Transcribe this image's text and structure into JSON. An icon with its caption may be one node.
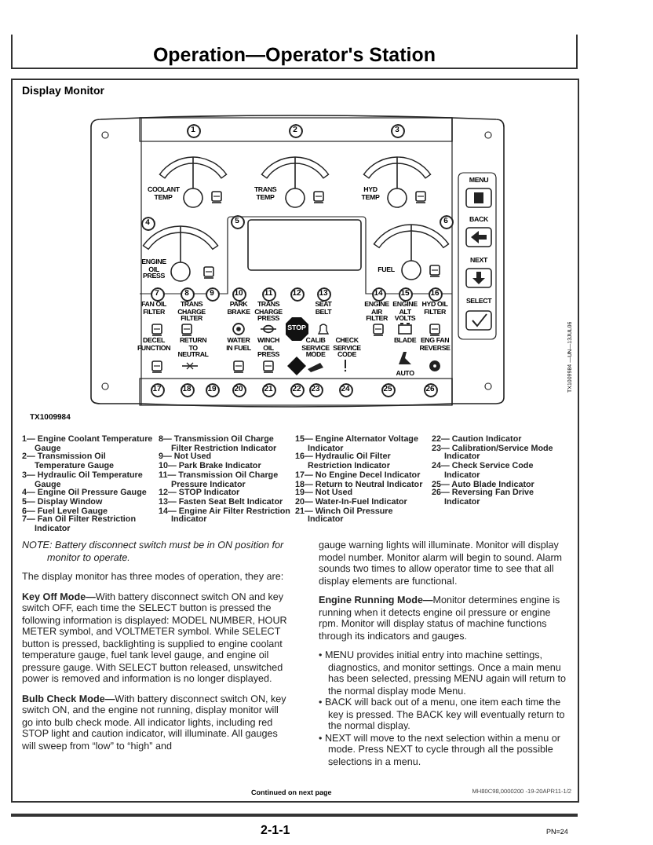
{
  "diagram": {
    "title": "Operation—Operator's Station",
    "labels": [
      "Display Monitor",
      "1",
      "2",
      "3",
      "4",
      "5",
      "6",
      "7",
      "8",
      "9",
      "10",
      "11",
      "12",
      "13",
      "14",
      "15",
      "16",
      "17",
      "18",
      "19",
      "20",
      "21",
      "22",
      "23",
      "24",
      "25",
      "26",
      "COOLANT TEMP",
      "TRANS TEMP",
      "HYD TEMP",
      "MENU",
      "BACK",
      "NEXT",
      "SELECT",
      "ENGINE OIL PRESS",
      "FUEL",
      "FAN OIL FILTER",
      "TRANS CHARGE FILTER",
      "PARK BRAKE",
      "TRANS CHARGE PRESS",
      "STOP",
      "SEAT BELT",
      "ENGINE AIR FILTER",
      "ENGINE ALT VOLTS",
      "HYD OIL FILTER",
      "DECEL FUNCTION",
      "RETURN TO NEUTRAL",
      "WATER IN FUEL",
      "WINCH OIL PRESS",
      "CALIB SERVICE MODE",
      "CHECK SERVICE CODE",
      "BLADE",
      "ENG FAN REVERSE",
      "AUTO",
      "TX1009984",
      "TX1009984 —UN—13JUL06",
      "1— Engine Coolant Temperature Gauge",
      "2— Transmission Oil Temperature Gauge",
      "3— Hydraulic Oil Temperature Gauge",
      "4— Engine Oil Pressure Gauge",
      "5— Display Window",
      "6— Fuel Level Gauge",
      "7— Fan Oil Filter Restriction Indicator",
      "8— Transmission Oil Charge Filter Restriction Indicator",
      "9— Not Used",
      "10— Park Brake Indicator",
      "11— Transmission Oil Charge Pressure Indicator",
      "12— STOP Indicator",
      "13— Fasten Seat Belt Indicator",
      "14— Engine Air Filter Restriction Indicator",
      "15— Engine Alternator Voltage Indicator",
      "16— Hydraulic Oil Filter Restriction Indicator",
      "17— No Engine Decel Indicator",
      "18— Return to Neutral Indicator",
      "19— Not Used",
      "20— Water-In-Fuel Indicator",
      "21— Winch Oil Pressure Indicator",
      "22— Caution Indicator",
      "23— Calibration/Service Mode Indicator",
      "24— Check Service Code Indicator",
      "25— Auto Blade Indicator",
      "26— Reversing Fan Drive Indicator",
      "NOTE: Battery disconnect switch must be in ON position for monitor to operate.",
      "The display monitor has three modes of operation, they are:",
      "**Key Off Mode—**With battery disconnect switch ON and key switch OFF, each time the SELECT button is pressed the following information is displayed: MODEL NUMBER, HOUR METER symbol, and VOLTMETER symbol. While SELECT button is pressed, backlighting is supplied to engine coolant temperature gauge, fuel tank level gauge, and engine oil pressure gauge. With SELECT button released, unswitched power is removed and information is no longer displayed.",
      "**Bulb Check Mode—**With battery disconnect switch ON, key switch ON, and the engine not running, display monitor will go into bulb check mode. All indicator lights, including red STOP light and caution indicator, will illuminate. All gauges will sweep from “low” to “high” and",
      "gauge warning lights will illuminate. Monitor will display model number. Monitor alarm will begin to sound. Alarm sounds two times to allow operator time to see that all display elements are functional.",
      "**Engine Running Mode—**Monitor determines engine is running when it detects engine oil pressure or engine rpm. Monitor will display status of machine functions through its indicators and gauges.",
      "• MENU provides initial entry into machine settings, diagnostics, and monitor settings. Once a main menu has been selected, pressing MENU again will return to the normal display mode Menu.",
      "• BACK will back out of a menu, one item each time the key is pressed. The BACK key will eventually return to the normal display.",
      "• NEXT will move to the next selection within a menu or mode. Press NEXT to cycle through all the possible selections in a menu.",
      "Continued on next page",
      "MH80C98,0000200 -19-20APR11-1/2",
      "2-1-1",
      "PN=24"
    ]
  }
}
